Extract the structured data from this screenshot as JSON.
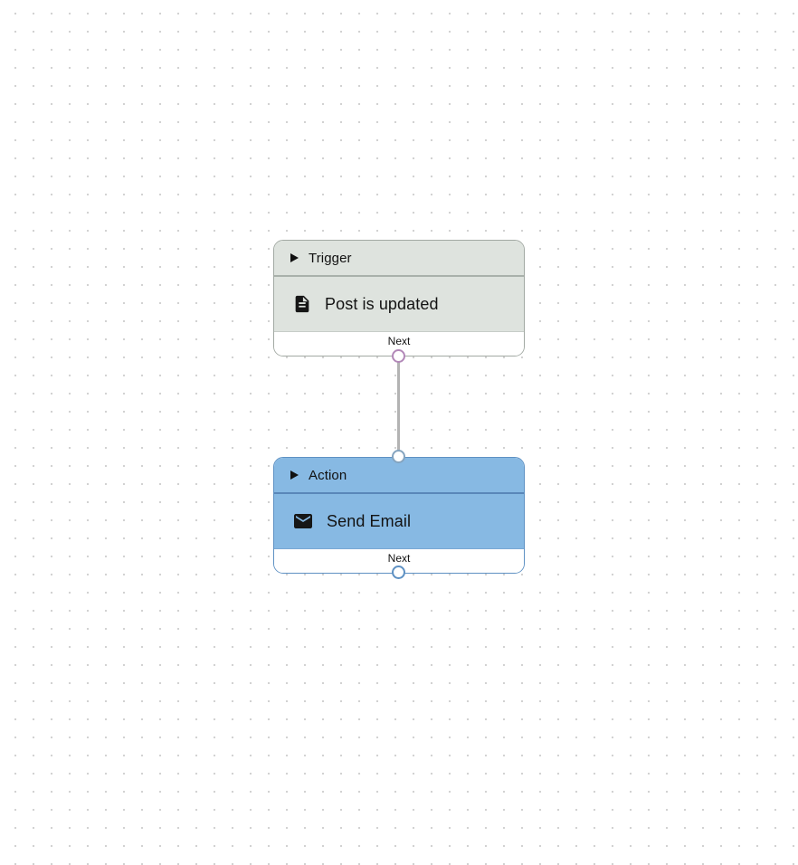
{
  "canvas": {
    "background_color": "#ffffff",
    "grid_dot_color": "#d2d2d2"
  },
  "nodes": [
    {
      "kind": "trigger",
      "header_label": "Trigger",
      "title": "Post is updated",
      "next_label": "Next",
      "icon": "document-icon",
      "colors": {
        "fill": "#dee3de",
        "border": "#a2a9a3",
        "header_divider": "#a9b1ab",
        "output_port": "#b288b8"
      }
    },
    {
      "kind": "action",
      "header_label": "Action",
      "title": "Send Email",
      "next_label": "Next",
      "icon": "email-icon",
      "colors": {
        "fill": "#87b9e3",
        "border": "#5e91c3",
        "header_divider": "#5a87b9",
        "input_port": "#85a4bf",
        "output_port": "#5e91c3"
      }
    }
  ],
  "connection": {
    "from": "trigger-output-port",
    "to": "action-input-port",
    "color": "#b3b3b3"
  }
}
